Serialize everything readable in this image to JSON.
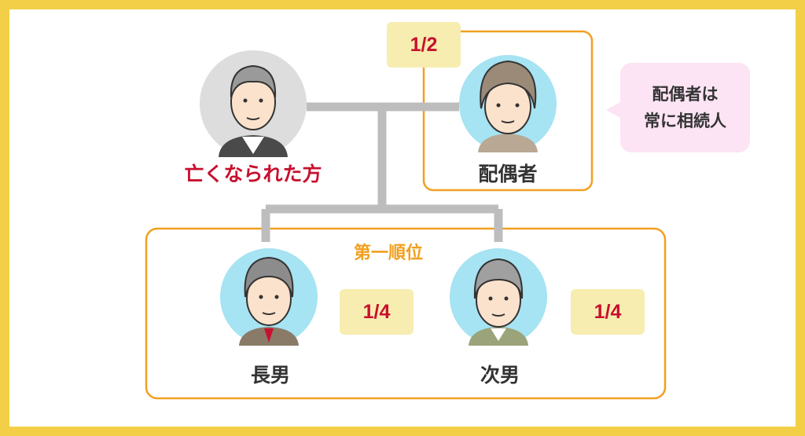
{
  "deceased": {
    "label": "亡くなられた方"
  },
  "spouse": {
    "label": "配偶者",
    "share": "1/2"
  },
  "bubble": {
    "line1": "配偶者は",
    "line2": "常に相続人"
  },
  "first_rank": {
    "title": "第一順位",
    "children": [
      {
        "label": "長男",
        "share": "1/4"
      },
      {
        "label": "次男",
        "share": "1/4"
      }
    ]
  },
  "colors": {
    "frame": "#f2cf46",
    "box_border": "#f0a020",
    "line": "#bdbdbd",
    "share_bg": "#f7edb0",
    "share_text": "#c8102e",
    "deceased_text": "#c8102e",
    "bubble_bg": "#fce4f4",
    "avatar_living": "#a6e3f3",
    "avatar_deceased": "#dddddd"
  }
}
